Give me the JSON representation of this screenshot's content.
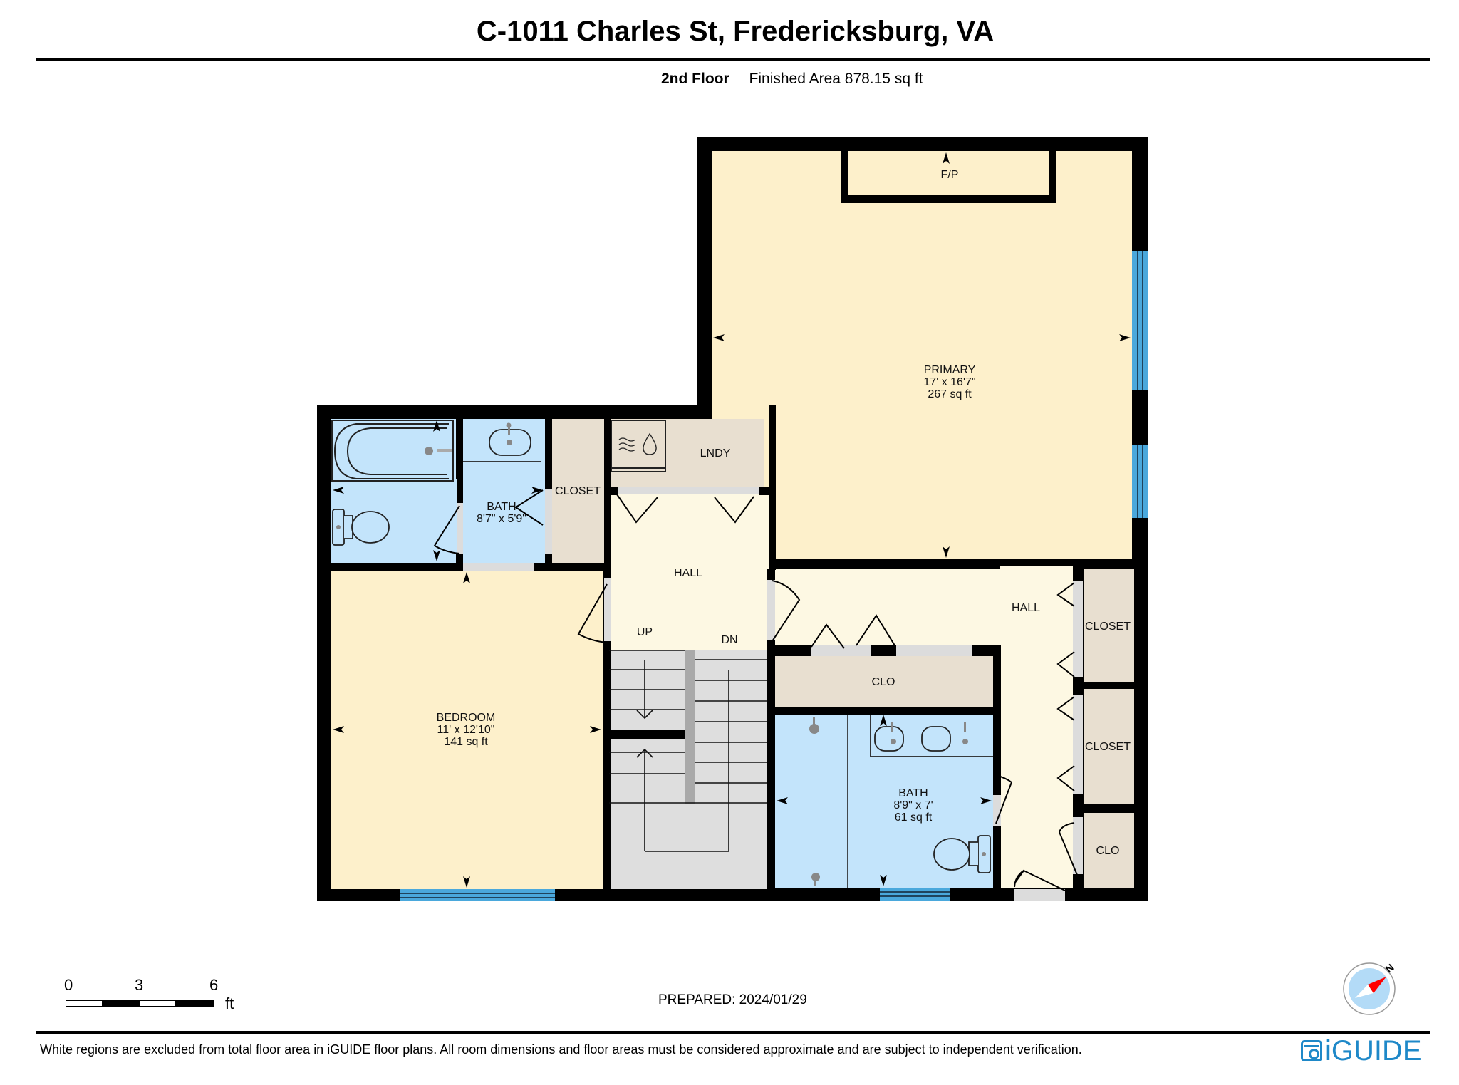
{
  "header": {
    "title": "C-1011 Charles St, Fredericksburg, VA",
    "floor": "2nd Floor",
    "finished_area": "Finished Area 878.15 sq ft"
  },
  "rooms": {
    "primary": {
      "name": "PRIMARY",
      "dims": "17' x 16'7\"",
      "area": "267 sq ft",
      "feature": "F/P"
    },
    "bedroom": {
      "name": "BEDROOM",
      "dims": "11' x 12'10\"",
      "area": "141 sq ft"
    },
    "bath_upper": {
      "name": "BATH",
      "dims": "8'7\" x 5'9\""
    },
    "closet_upper": {
      "name": "CLOSET"
    },
    "laundry": {
      "name": "LNDY"
    },
    "hall_upper": {
      "name": "HALL",
      "up": "UP",
      "down": "DN"
    },
    "hall_lower": {
      "name": "HALL"
    },
    "clo_middle": {
      "name": "CLO"
    },
    "bath_lower": {
      "name": "BATH",
      "dims": "8'9\" x 7'",
      "area": "61 sq ft"
    },
    "closet_right_1": {
      "name": "CLOSET"
    },
    "closet_right_2": {
      "name": "CLOSET"
    },
    "clo_right": {
      "name": "CLO"
    }
  },
  "colors": {
    "bedroom_fill": "#fdf0cb",
    "hall_fill": "#fdf8e3",
    "wet_fill": "#c3e4fb",
    "utility_fill": "#e8dfd0",
    "stairs_fill": "#dedede",
    "window": "#4aa8dc",
    "wall": "#000000",
    "door_opening": "#dcdcdc",
    "brand": "#1e88c8",
    "compass_red": "#ff0000",
    "compass_blue": "#b3dbf7"
  },
  "scale_bar": {
    "ticks": [
      "0",
      "3",
      "6"
    ],
    "unit": "ft"
  },
  "compass": {
    "north_label": "N"
  },
  "footer": {
    "prepared": "PREPARED: 2024/01/29",
    "disclaimer": "White regions are excluded from total floor area in iGUIDE floor plans. All room dimensions and floor areas must be considered approximate and are subject to independent verification.",
    "brand": "iGUIDE"
  }
}
